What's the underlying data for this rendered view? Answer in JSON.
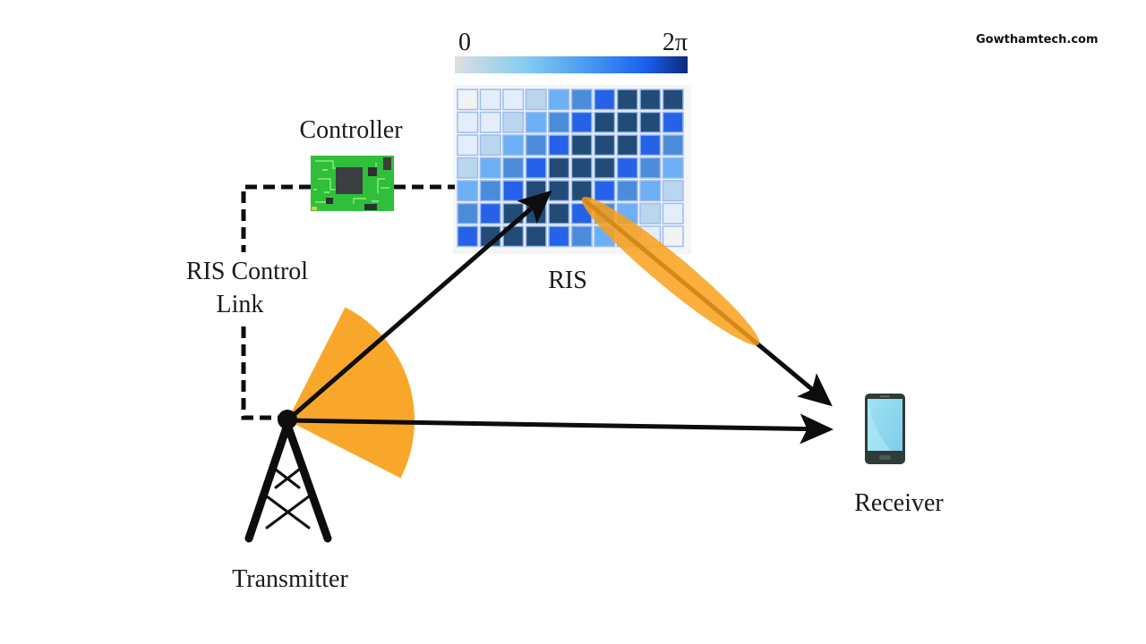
{
  "watermark": "Gowthamtech.com",
  "colorbar": {
    "min_label": "0",
    "max_label": "2π",
    "stops": [
      "#dcdfe1",
      "#86cdef",
      "#3f8ff1",
      "#1b5ff0",
      "#0a2a78"
    ]
  },
  "labels": {
    "controller": "Controller",
    "control_link_line1": "RIS Control",
    "control_link_line2": "Link",
    "ris": "RIS",
    "transmitter": "Transmitter",
    "receiver": "Receiver"
  },
  "ris_grid": {
    "rows": 7,
    "cols": 10,
    "phase_levels": [
      [
        0,
        1,
        1,
        2,
        3,
        4,
        5,
        6,
        6,
        6
      ],
      [
        1,
        1,
        2,
        3,
        4,
        5,
        6,
        6,
        6,
        5
      ],
      [
        1,
        2,
        3,
        4,
        5,
        6,
        6,
        6,
        5,
        4
      ],
      [
        2,
        3,
        4,
        5,
        6,
        6,
        6,
        5,
        4,
        3
      ],
      [
        3,
        4,
        5,
        6,
        6,
        6,
        5,
        4,
        3,
        2
      ],
      [
        4,
        5,
        6,
        6,
        6,
        5,
        4,
        3,
        2,
        1
      ],
      [
        5,
        6,
        6,
        6,
        5,
        4,
        3,
        2,
        1,
        0
      ]
    ],
    "level_colors": [
      "#f1f2f4",
      "#e4eefa",
      "#b9d6ee",
      "#6caff5",
      "#4a8cda",
      "#2562e8",
      "#234b77"
    ]
  },
  "colors": {
    "beam": "#f9a01b",
    "arrow": "#0d0d0d",
    "pcb": "#2fbf3a",
    "phone_screen": "#8fd8ef",
    "phone_body": "#2f3a3a"
  }
}
